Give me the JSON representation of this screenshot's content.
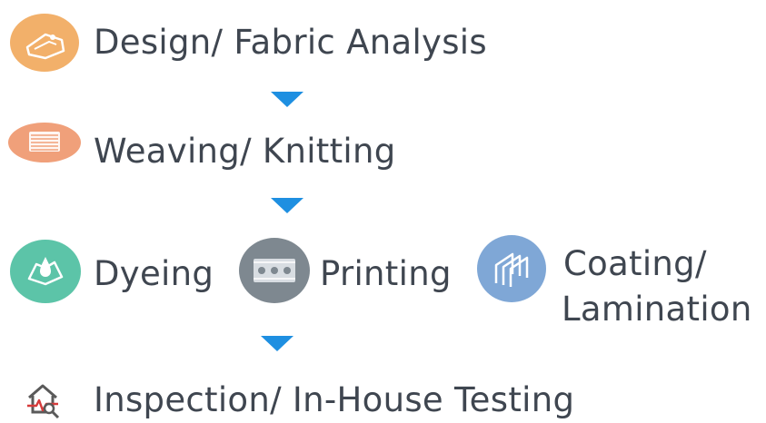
{
  "steps": {
    "design": {
      "label": "Design/ Fabric Analysis",
      "icon": "fabric-design-icon",
      "color": "#f2b06a"
    },
    "weaving": {
      "label": "Weaving/ Knitting",
      "icon": "loom-icon",
      "color": "#f0a07a"
    },
    "dyeing": {
      "label": "Dyeing",
      "icon": "dye-drop-icon",
      "color": "#5cc4a8"
    },
    "printing": {
      "label": "Printing",
      "icon": "print-pattern-icon",
      "color": "#7e8890"
    },
    "coating": {
      "label_line1": "Coating/",
      "label_line2": "Lamination",
      "icon": "coating-layers-icon",
      "color": "#7fa7d6"
    },
    "inspection": {
      "label": "Inspection/ In-House Testing",
      "icon": "inspection-house-icon",
      "color": "#5a5a5a"
    }
  },
  "arrows": {
    "color": "#1e8fe1",
    "count": 3
  }
}
